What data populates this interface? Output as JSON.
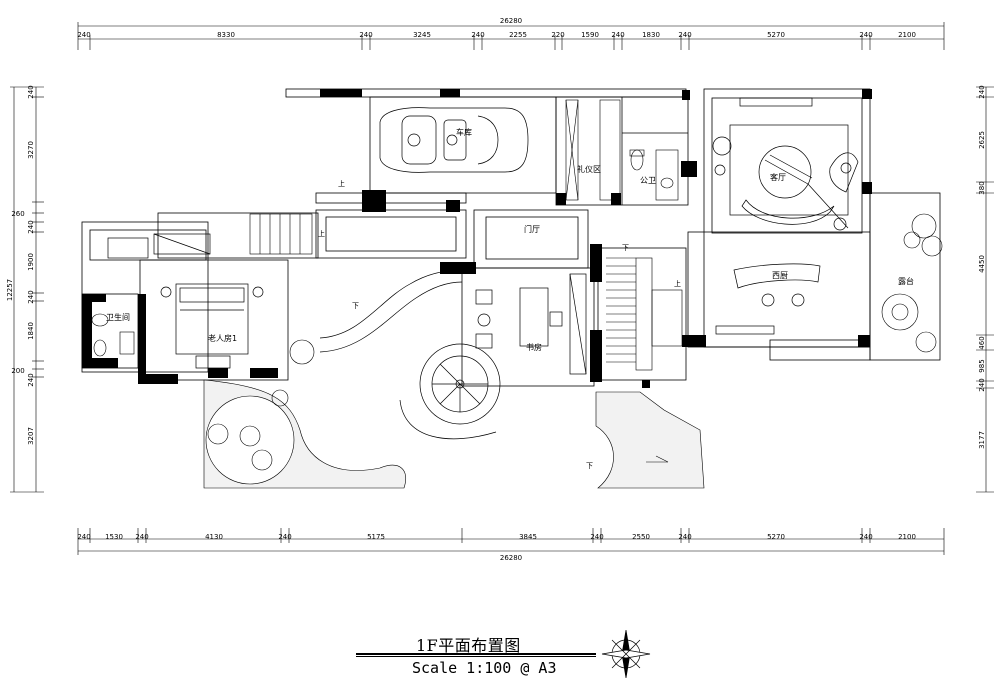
{
  "drawing": {
    "title": "1F平面布置图",
    "scale": "Scale   1:100 @ A3"
  },
  "dimensions": {
    "top_total": "26280",
    "top_segments": [
      "240",
      "8330",
      "240",
      "3245",
      "240",
      "2255",
      "220",
      "1590",
      "240",
      "1830",
      "240",
      "5270",
      "240",
      "2100"
    ],
    "bottom_total": "26280",
    "bottom_segments": [
      "240",
      "1530",
      "240",
      "4130",
      "240",
      "5175",
      "3845",
      "240",
      "2550",
      "240",
      "5270",
      "240",
      "2100"
    ],
    "left_total": "12257",
    "left_segments": [
      "240",
      "3270",
      "260",
      "240",
      "1900",
      "240",
      "1840",
      "200",
      "240",
      "3207"
    ],
    "right_segments": [
      "240",
      "2625",
      "380",
      "4450",
      "460",
      "985",
      "240",
      "3177"
    ]
  },
  "rooms": {
    "garage": "车库",
    "etiquette": "礼仪区",
    "public_wc": "公卫",
    "living": "客厅",
    "foyer": "门厅",
    "western_kitchen": "西厨",
    "terrace": "露台",
    "study": "书房",
    "elder_room": "老人房1",
    "bathroom": "卫生间"
  },
  "stair_labels": {
    "up": "上",
    "down": "下"
  }
}
